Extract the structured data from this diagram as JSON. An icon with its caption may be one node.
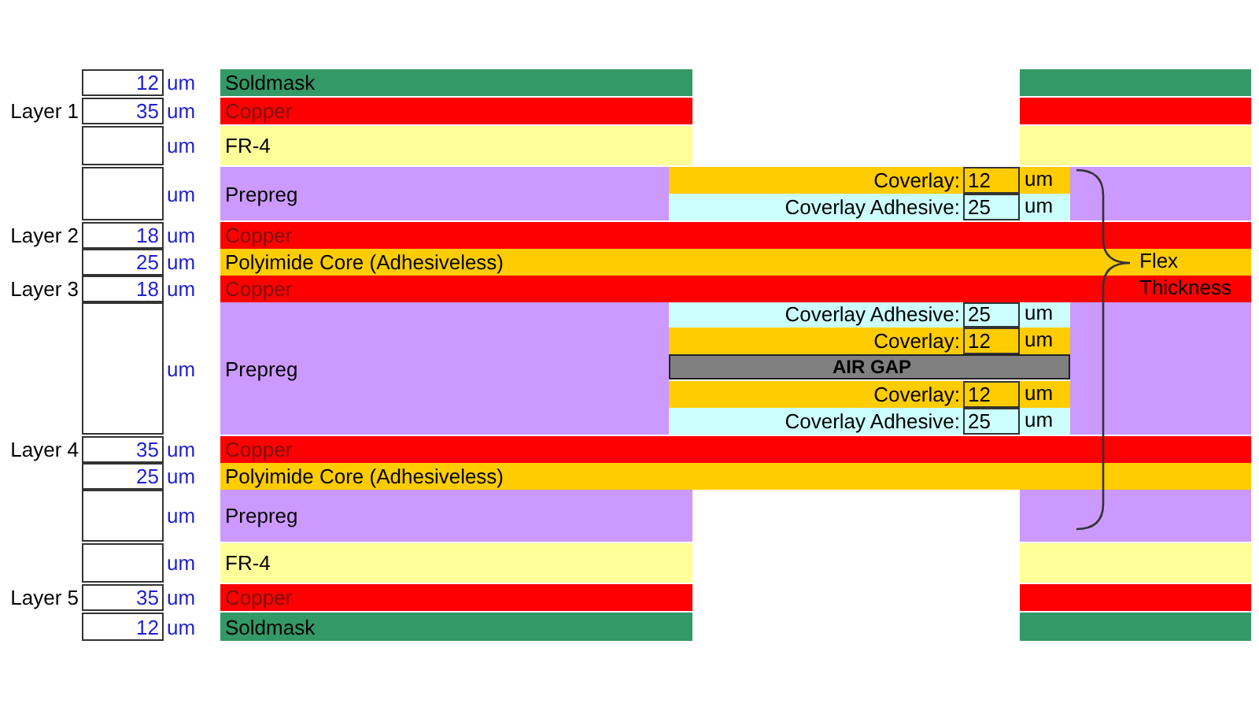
{
  "diagram": {
    "nodes": [
      {
        "text": [
          "Soldmask"
        ],
        "beside": [
          "12",
          "um"
        ]
      },
      {
        "text": [],
        "shape": "bar"
      },
      {
        "text": [
          "Copper"
        ],
        "beside": [
          "Layer 1",
          "35",
          "um"
        ]
      },
      {
        "text": [],
        "shape": "bar"
      },
      {
        "text": [
          "FR-4"
        ],
        "beside": [
          "um"
        ]
      },
      {
        "text": [],
        "shape": "bar"
      },
      {
        "text": [
          "Prepreg"
        ],
        "beside": [
          "um"
        ]
      },
      {
        "text": [
          "Coverlay:",
          "12",
          "um"
        ]
      },
      {
        "text": [],
        "shape": "bar"
      },
      {
        "text": [
          "Coverlay Adhesive:",
          "25",
          "um"
        ]
      },
      {
        "text": [
          "Copper"
        ],
        "beside": [
          "Layer 2",
          "18",
          "um"
        ]
      },
      {
        "text": [
          "Polyimide Core (Adhesiveless)"
        ],
        "beside": [
          "25",
          "um"
        ]
      },
      {
        "text": [
          "Copper"
        ],
        "beside": [
          "Layer 3",
          "18",
          "um"
        ]
      },
      {
        "text": [
          "Prepreg"
        ],
        "beside": [
          "um"
        ]
      },
      {
        "text": [
          "Coverlay Adhesive:",
          "25",
          "um"
        ]
      },
      {
        "text": [],
        "shape": "bar"
      },
      {
        "text": [
          "Coverlay:",
          "12",
          "um"
        ]
      },
      {
        "text": [
          "AIR GAP"
        ]
      },
      {
        "text": [
          "Coverlay:",
          "12",
          "um"
        ]
      },
      {
        "text": [
          "Coverlay Adhesive:",
          "25",
          "um"
        ]
      },
      {
        "text": [
          "Copper"
        ],
        "beside": [
          "Layer 4",
          "35",
          "um"
        ]
      },
      {
        "text": [
          "Polyimide Core (Adhesiveless)"
        ],
        "beside": [
          "25",
          "um"
        ]
      },
      {
        "text": [
          "Prepreg"
        ],
        "beside": [
          "um"
        ]
      },
      {
        "text": [],
        "shape": "bar"
      },
      {
        "text": [
          "FR-4"
        ],
        "beside": [
          "um"
        ]
      },
      {
        "text": [],
        "shape": "bar"
      },
      {
        "text": [
          "Copper"
        ],
        "beside": [
          "Layer 5",
          "35",
          "um"
        ]
      },
      {
        "text": [],
        "shape": "bar"
      },
      {
        "text": [
          "Soldmask"
        ],
        "beside": [
          "12",
          "um"
        ]
      },
      {
        "text": [],
        "shape": "bar"
      }
    ],
    "labels": [
      "Flex Thickness"
    ]
  }
}
